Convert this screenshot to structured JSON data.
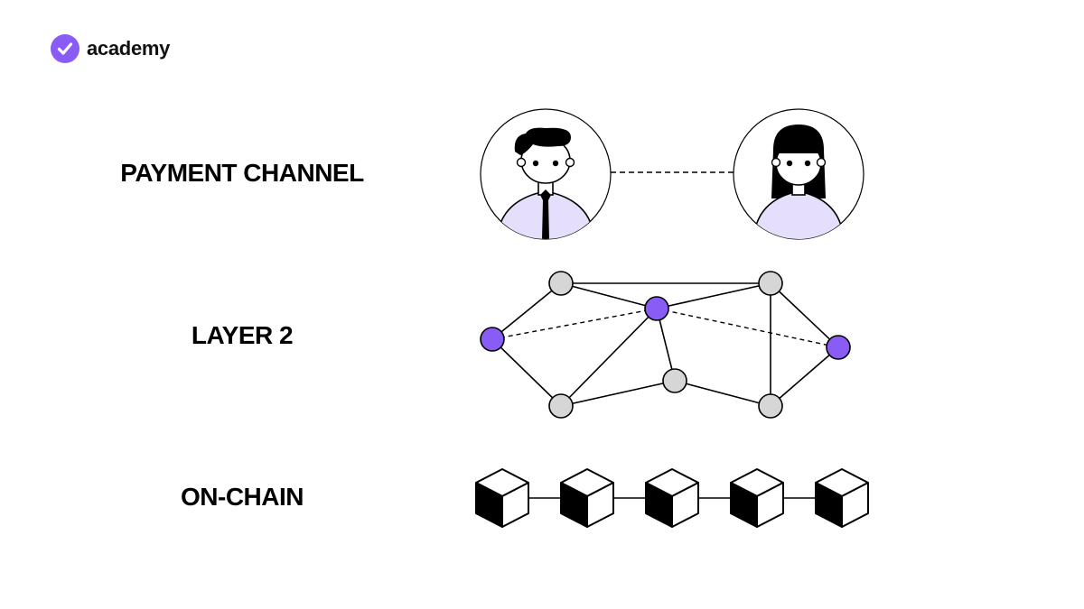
{
  "brand": {
    "name": "academy",
    "accent_color": "#8a5cf6",
    "logo_icon": "check-badge-icon"
  },
  "rows": {
    "payment_channel": "PAYMENT CHANNEL",
    "layer2": "LAYER 2",
    "on_chain": "ON-CHAIN"
  },
  "diagram": {
    "payment_channel": {
      "participants": [
        "man-avatar-icon",
        "woman-avatar-icon"
      ],
      "link_style": "dashed",
      "shirt_color": "#e6dffc"
    },
    "layer2": {
      "highlight_color": "#8a5cf6",
      "node_color": "#d6d6d6",
      "node_count": 8,
      "highlighted_nodes": 3
    },
    "on_chain": {
      "block_count": 5,
      "block_icon": "cube-icon"
    }
  }
}
